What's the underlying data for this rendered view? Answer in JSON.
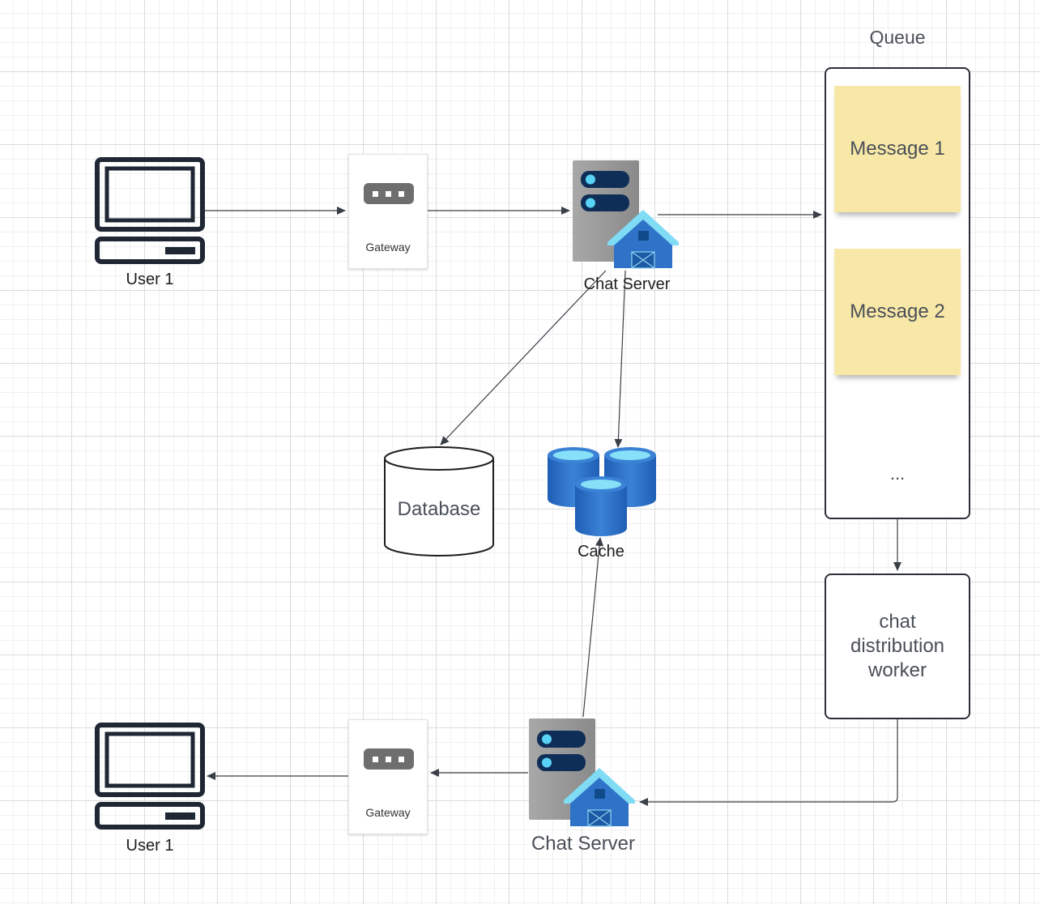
{
  "diagram": {
    "queue_title": "Queue",
    "queue_messages": [
      "Message 1",
      "Message 2"
    ],
    "queue_more": "...",
    "worker_label": "chat distribution worker",
    "database_label": "Database",
    "cache_label": "Cache",
    "top_flow": {
      "user_label": "User 1",
      "gateway_label": "Gateway",
      "server_label": "Chat Server"
    },
    "bottom_flow": {
      "user_label": "User 1",
      "gateway_label": "Gateway",
      "server_label": "Chat Server"
    },
    "icons": {
      "user": "computer-terminal-icon",
      "gateway": "gateway-icon",
      "server": "chat-server-icon",
      "database": "database-cylinder-icon",
      "cache": "cache-cylinders-icon"
    },
    "colors": {
      "line": "#3a3f47",
      "sticky_note": "#f8e8a7",
      "azure_blue": "#2f73c8",
      "server_gray": "#9a9a9a",
      "terminal_dark": "#1e2733"
    }
  }
}
